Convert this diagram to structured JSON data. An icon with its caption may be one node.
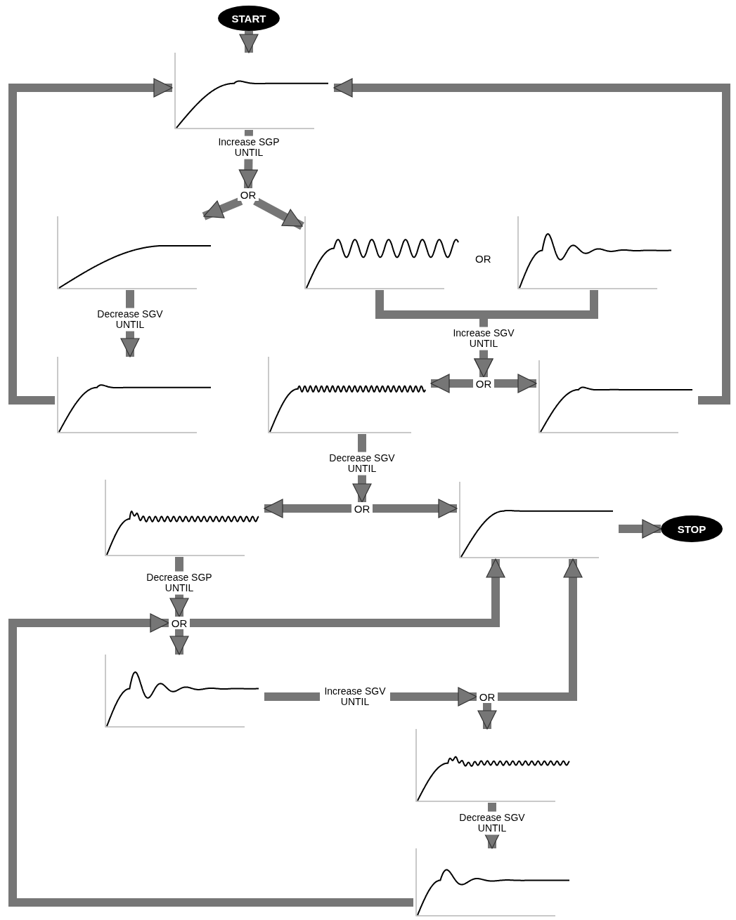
{
  "diagram": {
    "nodes": [
      {
        "text": [
          "START"
        ]
      },
      {
        "text": [],
        "shape": "picture"
      },
      {
        "text": [
          "OR"
        ]
      },
      {
        "text": [],
        "shape": "picture"
      },
      {
        "text": [],
        "shape": "picture"
      },
      {
        "text": [],
        "shape": "picture"
      },
      {
        "text": [],
        "shape": "picture"
      },
      {
        "text": [],
        "shape": "picture"
      },
      {
        "text": [
          "OR"
        ]
      },
      {
        "text": [],
        "shape": "picture"
      },
      {
        "text": [
          "OR"
        ]
      },
      {
        "text": [],
        "shape": "picture"
      },
      {
        "text": [],
        "shape": "picture"
      },
      {
        "text": [
          "STOP"
        ]
      },
      {
        "text": [
          "OR"
        ]
      },
      {
        "text": [],
        "shape": "picture"
      },
      {
        "text": [
          "OR"
        ]
      },
      {
        "text": [],
        "shape": "picture"
      },
      {
        "text": [],
        "shape": "picture"
      }
    ],
    "edges": [
      {
        "from": 0,
        "to": 1,
        "arrow": "to"
      },
      {
        "from": 1,
        "to": 2,
        "arrow": "to",
        "label": "Increase SGP UNTIL"
      },
      {
        "from": 2,
        "to": 3,
        "arrow": "to"
      },
      {
        "from": 2,
        "to": 4,
        "arrow": "to"
      },
      {
        "from": 3,
        "to": 6,
        "arrow": "to",
        "label": "Decrease SGV UNTIL"
      },
      {
        "from": 6,
        "to": 1,
        "arrow": "to"
      },
      {
        "from": 4,
        "to": 8,
        "arrow": "to",
        "label": "Increase SGV UNTIL"
      },
      {
        "from": 5,
        "to": 8,
        "arrow": "to"
      },
      {
        "from": 8,
        "to": 7,
        "arrow": "to"
      },
      {
        "from": 8,
        "to": 9,
        "arrow": "to"
      },
      {
        "from": 9,
        "to": 1,
        "arrow": "to"
      },
      {
        "from": 7,
        "to": 10,
        "arrow": "to",
        "label": "Decrease SGV UNTIL"
      },
      {
        "from": 10,
        "to": 11,
        "arrow": "to"
      },
      {
        "from": 10,
        "to": 12,
        "arrow": "to"
      },
      {
        "from": 12,
        "to": 13,
        "arrow": "to"
      },
      {
        "from": 11,
        "to": 14,
        "arrow": "to",
        "label": "Decrease SGP UNTIL"
      },
      {
        "from": 14,
        "to": 12,
        "arrow": "to"
      },
      {
        "from": 14,
        "to": 15,
        "arrow": "to"
      },
      {
        "from": 15,
        "to": 16,
        "arrow": "to",
        "label": "Increase SGV UNTIL"
      },
      {
        "from": 16,
        "to": 12,
        "arrow": "to"
      },
      {
        "from": 16,
        "to": 17,
        "arrow": "to"
      },
      {
        "from": 17,
        "to": 18,
        "arrow": "to",
        "label": "Decrease SGV UNTIL"
      },
      {
        "from": 18,
        "to": 14,
        "arrow": "to"
      }
    ],
    "labels": [
      "OR"
    ]
  }
}
